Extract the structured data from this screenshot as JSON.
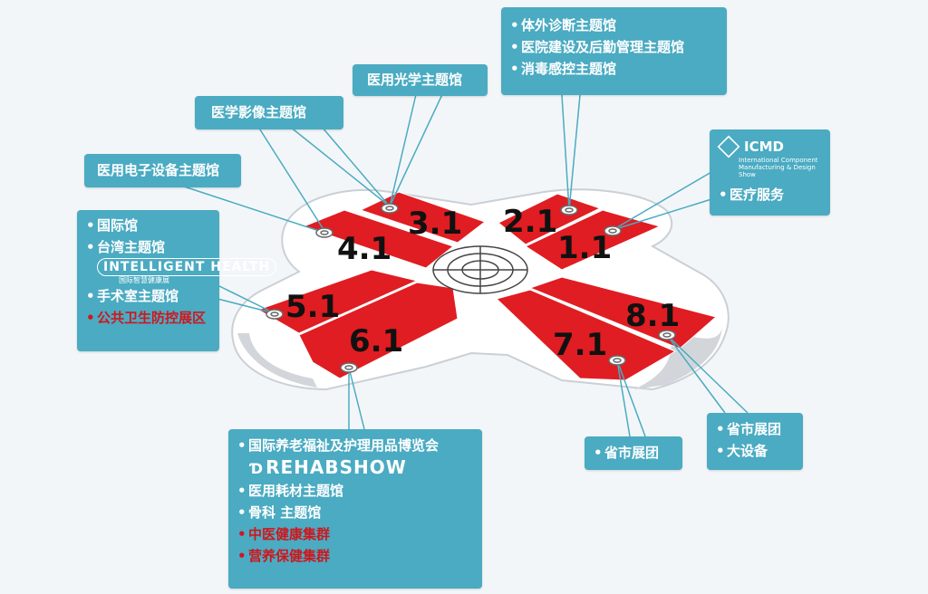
{
  "colors": {
    "callout_bg": "#4aabc2",
    "hall_red": "#e01d22",
    "highlight_red": "#d0161c",
    "building_outline": "#c9d0d6",
    "background": "#f3f6f8"
  },
  "halls": [
    {
      "id": "hall-1-1",
      "label": "1.1"
    },
    {
      "id": "hall-2-1",
      "label": "2.1"
    },
    {
      "id": "hall-3-1",
      "label": "3.1"
    },
    {
      "id": "hall-4-1",
      "label": "4.1"
    },
    {
      "id": "hall-5-1",
      "label": "5.1"
    },
    {
      "id": "hall-6-1",
      "label": "6.1"
    },
    {
      "id": "hall-7-1",
      "label": "7.1"
    },
    {
      "id": "hall-8-1",
      "label": "8.1"
    }
  ],
  "callouts": {
    "electronics": "医用电子设备主题馆",
    "imaging": "医学影像主题馆",
    "optics": "医用光学主题馆",
    "top_right": [
      "体外诊断主题馆",
      "医院建设及后勤管理主题馆",
      "消毒感控主题馆"
    ],
    "icmd": {
      "logo_text": "ICMD",
      "logo_sub": "International Component Manufacturing & Design Show",
      "item": "医疗服务"
    },
    "left": {
      "items": [
        "国际馆",
        "台湾主题馆"
      ],
      "logo_text": "INTELLIGENT HEALTH",
      "logo_sub": "国际智慧健康展",
      "items2": [
        "手术室主题馆"
      ],
      "highlight": "公共卫生防控展区"
    },
    "bottom": {
      "items": [
        "国际养老福祉及护理用品博览会"
      ],
      "logo_text": "REHABSHOW",
      "logo_mark": "Ɗ",
      "items2": [
        "医用耗材主题馆",
        "骨科 主题馆"
      ],
      "highlight": [
        "中医健康集群",
        "营养保健集群"
      ]
    },
    "province_1": "省市展团",
    "province_2": [
      "省市展团",
      "大设备"
    ]
  }
}
